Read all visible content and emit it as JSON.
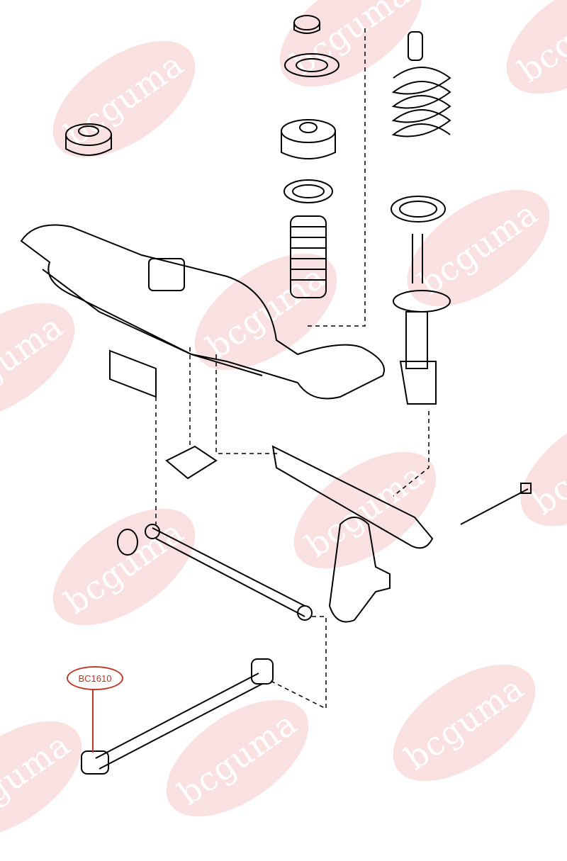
{
  "diagram": {
    "title": "Rear suspension exploded view",
    "callout": {
      "part_number": "BC1610"
    },
    "watermark": {
      "text": "bcguma",
      "color": "#f7c9c9"
    },
    "line_color": "#000000",
    "callout_color": "#c0392b"
  }
}
